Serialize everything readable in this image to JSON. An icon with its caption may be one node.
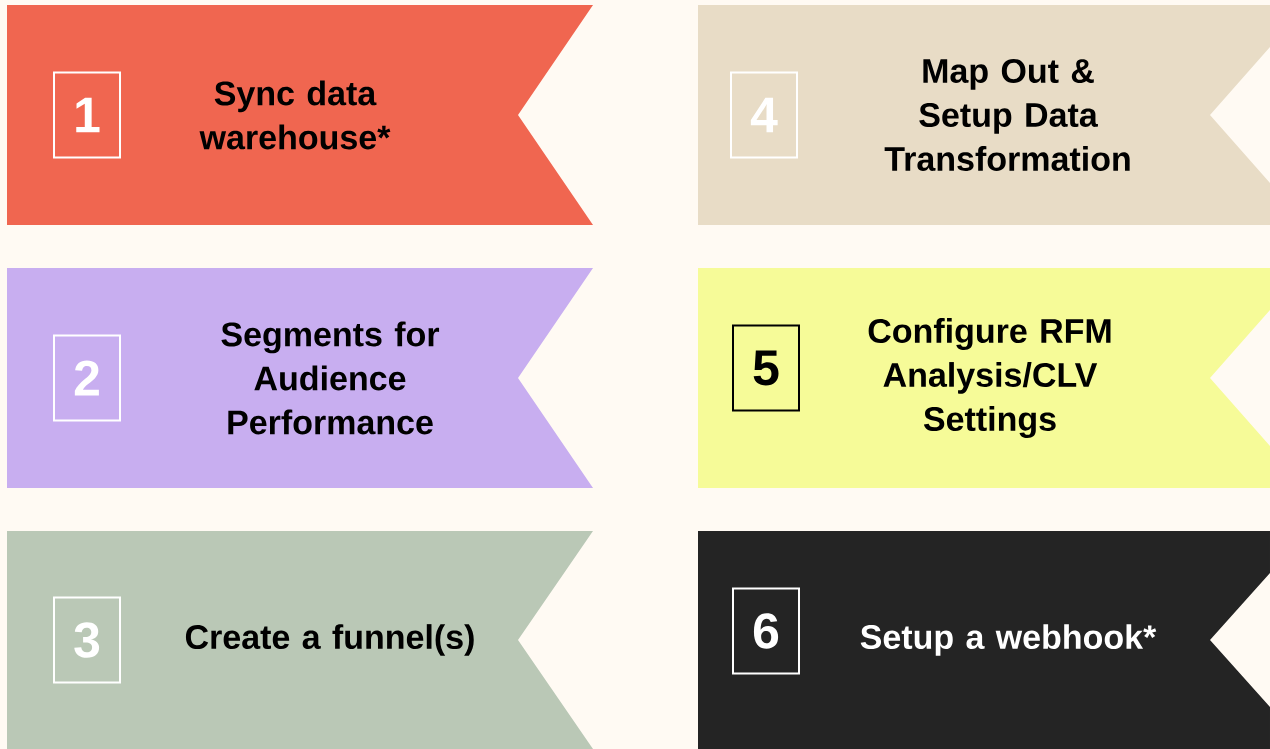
{
  "diagram": {
    "nodes": [
      {
        "text": [
          "Sync data warehouse*"
        ]
      },
      {
        "text": [
          "1"
        ],
        "in": 0
      },
      {
        "text": [
          "Segments for Audience Performance"
        ]
      },
      {
        "text": [
          "2"
        ],
        "in": 2
      },
      {
        "text": [
          "Create a funnel(s)"
        ]
      },
      {
        "text": [
          "3"
        ],
        "in": 4
      },
      {
        "text": [
          "Map Out & Setup Data Transformation"
        ]
      },
      {
        "text": [
          "4"
        ],
        "in": 6
      },
      {
        "text": [
          "Configure RFM Analysis/CLV Settings"
        ]
      },
      {
        "text": [
          "5"
        ],
        "in": 8
      },
      {
        "text": [
          "Setup a webhook*"
        ]
      },
      {
        "text": [
          "6"
        ],
        "in": 10
      }
    ]
  }
}
